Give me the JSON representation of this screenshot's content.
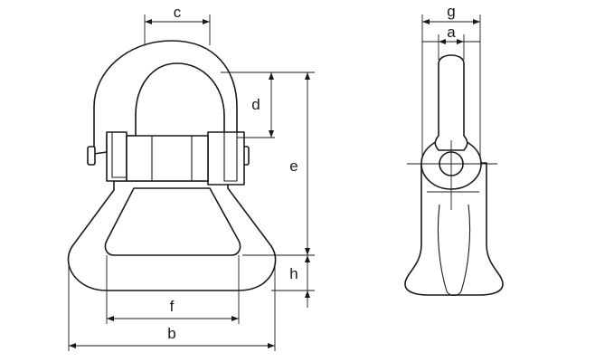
{
  "dimension_labels": {
    "a": "a",
    "b": "b",
    "c": "c",
    "d": "d",
    "e": "e",
    "f": "f",
    "g": "g",
    "h": "h"
  },
  "colors": {
    "line": "#1a1a1a",
    "background": "#ffffff"
  }
}
